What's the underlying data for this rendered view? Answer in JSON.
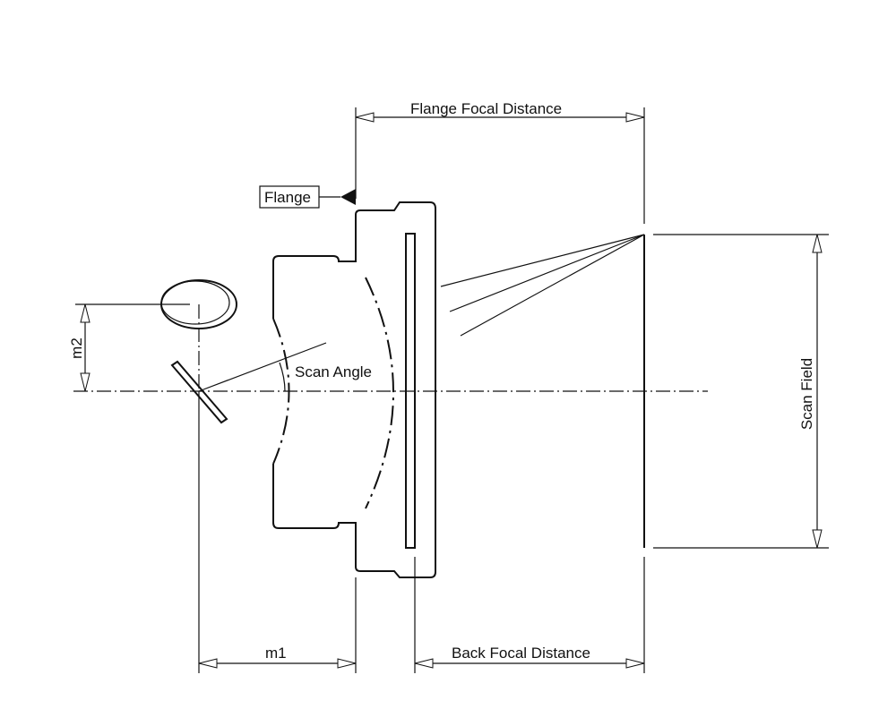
{
  "labels": {
    "flange_focal_distance": "Flange Focal Distance",
    "flange": "Flange",
    "scan_angle": "Scan Angle",
    "scan_field": "Scan Field",
    "m1": "m1",
    "m2": "m2",
    "back_focal_distance": "Back Focal Distance"
  },
  "colors": {
    "line": "#111111",
    "background": "#ffffff"
  }
}
